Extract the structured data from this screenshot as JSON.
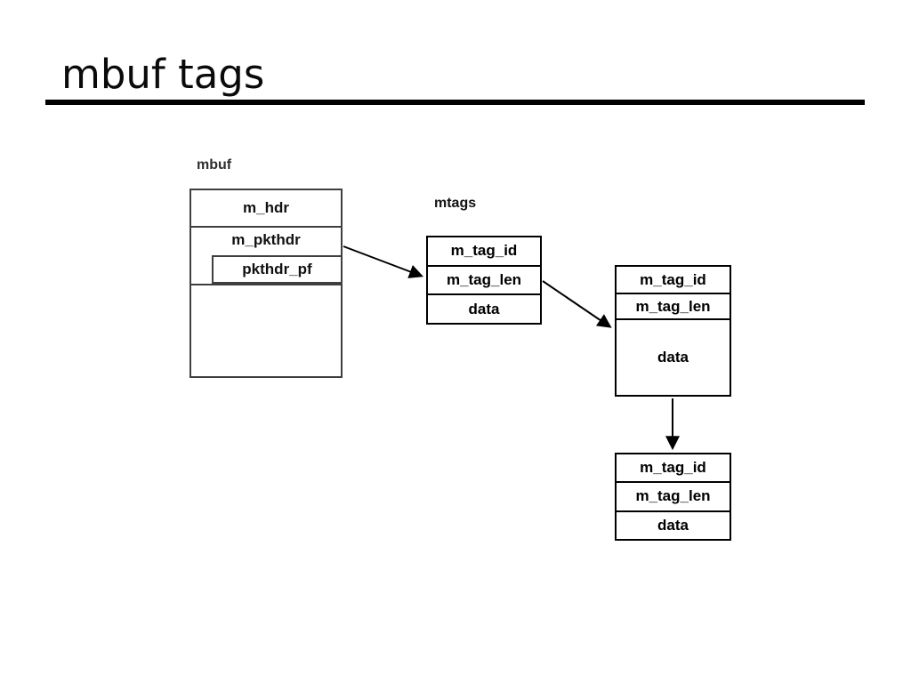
{
  "slide": {
    "title": "mbuf tags"
  },
  "diagram": {
    "mbuf": {
      "label": "mbuf",
      "row_m_hdr": "m_hdr",
      "row_m_pkthdr": "m_pkthdr",
      "row_pkthdr_pf": "pkthdr_pf"
    },
    "mtags_label": "mtags",
    "tag1": {
      "row_id": "m_tag_id",
      "row_len": "m_tag_len",
      "row_data": "data"
    },
    "tag2": {
      "row_id": "m_tag_id",
      "row_len": "m_tag_len",
      "row_data": "data"
    },
    "tag3": {
      "row_id": "m_tag_id",
      "row_len": "m_tag_len",
      "row_data": "data"
    }
  },
  "colors": {
    "background": "#ffffff",
    "title_text": "#0a0a0a",
    "title_rule": "#000000",
    "mbuf_box_border": "#3f3f3f",
    "tag_box_border": "#000000",
    "arrow": "#000000"
  }
}
